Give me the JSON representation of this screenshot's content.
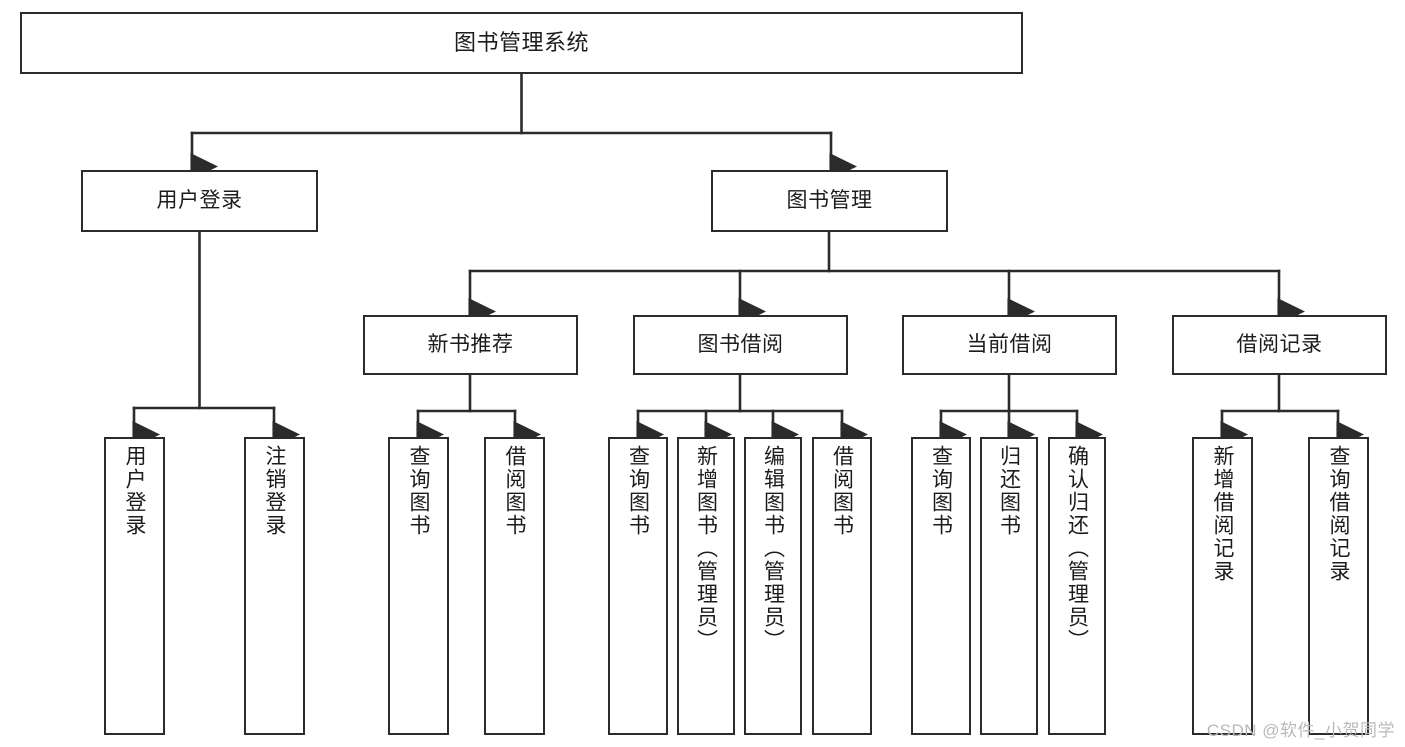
{
  "diagram": {
    "type": "tree-hierarchy",
    "title": "图书管理系统",
    "theme": {
      "background": "#ffffff",
      "box_border": "#2b2b2b",
      "box_fill": "#ffffff",
      "text": "#1c1c1c",
      "connector": "#2b2b2b",
      "watermark": "#b9b9b9"
    },
    "nodes": {
      "root": {
        "label": "图书管理系统"
      },
      "level2": [
        {
          "id": "user-login",
          "label": "用户登录"
        },
        {
          "id": "book-management",
          "label": "图书管理"
        }
      ],
      "level3": [
        {
          "id": "new-book-recommend",
          "label": "新书推荐"
        },
        {
          "id": "book-borrow",
          "label": "图书借阅"
        },
        {
          "id": "current-borrow",
          "label": "当前借阅"
        },
        {
          "id": "borrow-record",
          "label": "借阅记录"
        }
      ],
      "leaves": {
        "user-login": [
          {
            "id": "leaf-user-login",
            "label": "用户登录"
          },
          {
            "id": "leaf-logout-login",
            "label": "注销登录"
          }
        ],
        "new-book-recommend": [
          {
            "id": "leaf-query-book-1",
            "label": "查询图书"
          },
          {
            "id": "leaf-borrow-book-1",
            "label": "借阅图书"
          }
        ],
        "book-borrow": [
          {
            "id": "leaf-query-book-2",
            "label": "查询图书"
          },
          {
            "id": "leaf-add-book-admin",
            "label": "新增图书（管理员）"
          },
          {
            "id": "leaf-edit-book-admin",
            "label": "编辑图书（管理员）"
          },
          {
            "id": "leaf-borrow-book-2",
            "label": "借阅图书"
          }
        ],
        "current-borrow": [
          {
            "id": "leaf-query-book-3",
            "label": "查询图书"
          },
          {
            "id": "leaf-return-book",
            "label": "归还图书"
          },
          {
            "id": "leaf-confirm-return-admin",
            "label": "确认归还（管理员）"
          }
        ],
        "borrow-record": [
          {
            "id": "leaf-add-borrow-record",
            "label": "新增借阅记录"
          },
          {
            "id": "leaf-query-borrow-record",
            "label": "查询借阅记录"
          }
        ]
      }
    },
    "watermark": "CSDN @软件_小贺同学"
  }
}
